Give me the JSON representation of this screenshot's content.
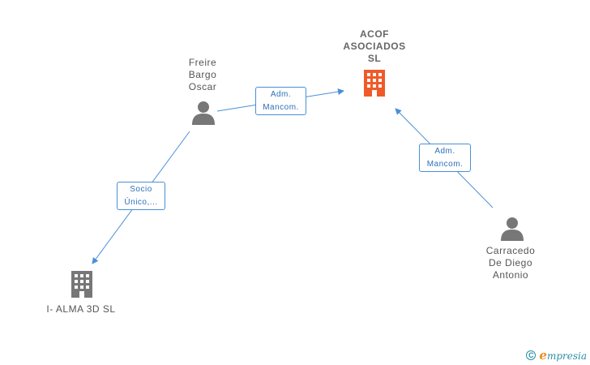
{
  "nodes": {
    "company_main": {
      "label_lines": [
        "ACOF",
        "ASOCIADOS",
        "SL"
      ],
      "color": "#f05a28"
    },
    "person_freire": {
      "label_lines": [
        "Freire",
        "Bargo",
        "Oscar"
      ],
      "color": "#777777"
    },
    "person_carracedo": {
      "label_lines": [
        "Carracedo",
        "De Diego",
        "Antonio"
      ],
      "color": "#777777"
    },
    "company_alma": {
      "label_lines": [
        "I- ALMA 3D SL"
      ],
      "color": "#777777"
    }
  },
  "relations": {
    "freire_to_acof": {
      "lines": [
        "Adm.",
        "Mancom."
      ]
    },
    "carracedo_to_acof": {
      "lines": [
        "Adm.",
        "Mancom."
      ]
    },
    "freire_to_alma": {
      "lines": [
        "Socio",
        "Único,..."
      ]
    }
  },
  "colors": {
    "edge": "#4a8fd6",
    "accent": "#f05a28",
    "person": "#777777"
  },
  "footer": {
    "copyright_symbol": "C",
    "brand_first": "e",
    "brand_rest": "mpresia"
  }
}
